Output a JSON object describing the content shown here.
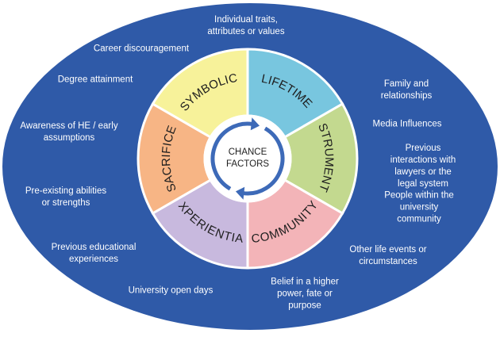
{
  "colors": {
    "ellipse": "#2f5aa8",
    "ring_border": "#ffffff",
    "center_fill": "#ffffff",
    "arrow": "#3d6ab8",
    "text_dark": "#1e1e1e"
  },
  "center_label": {
    "line1": "CHANCE",
    "line2": "FACTORS"
  },
  "segments": [
    {
      "label": "LIFETIME",
      "color": "#78c6df"
    },
    {
      "label": "INSTRUMENTAL",
      "color": "#c3d98f"
    },
    {
      "label": "COMMUNITY",
      "color": "#f3b4b8"
    },
    {
      "label": "EXPERIENTIAL",
      "color": "#c8b9de"
    },
    {
      "label": "SACRIFICE",
      "color": "#f7b585"
    },
    {
      "label": "SYMBOLIC",
      "color": "#f7f29a"
    }
  ],
  "factors": [
    {
      "text": "Individual traits,\nattributes or values"
    },
    {
      "text": "Career discouragement"
    },
    {
      "text": "Degree attainment"
    },
    {
      "text": "Awareness of HE / early\nassumptions"
    },
    {
      "text": "Pre-existing abilities\nor strengths"
    },
    {
      "text": "Previous educational\nexperiences"
    },
    {
      "text": "University open days"
    },
    {
      "text": "Belief in a higher\npower, fate or\npurpose"
    },
    {
      "text": "Other life events or\ncircumstances"
    },
    {
      "text": "People within the\nuniversity community"
    },
    {
      "text": "Previous interactions with\nlawyers or the legal system"
    },
    {
      "text": "Media Influences"
    },
    {
      "text": "Family and relationships"
    }
  ]
}
